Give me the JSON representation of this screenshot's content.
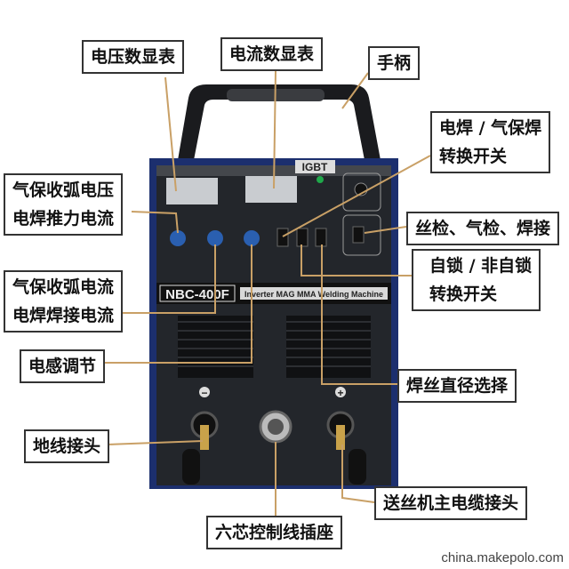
{
  "labels": {
    "voltage_display": "电压数显表",
    "current_display": "电流数显表",
    "handle": "手柄",
    "mode_switch": [
      "电焊 / 气保焊",
      "转换开关"
    ],
    "crater_voltage": [
      "气保收弧电压",
      "电焊推力电流"
    ],
    "crater_current": [
      "气保收弧电流",
      "电焊焊接电流"
    ],
    "inductance": "电感调节",
    "check_switch": "丝检、气检、焊接",
    "lock_switch": [
      "自锁 / 非自锁",
      "转换开关"
    ],
    "wire_diameter": "焊丝直径选择",
    "ground": "地线接头",
    "feeder_cable": "送丝机主电缆接头",
    "control_socket": "六芯控制线插座"
  },
  "machine": {
    "brand_badge": "IGBT",
    "model": "NBC-400F",
    "subtitle": "Inverter MAG  MMA Welding Machine",
    "minus": "−",
    "plus": "+"
  },
  "colors": {
    "leader": "#c9a066",
    "panel": "#23262b",
    "frame": "#1c2f6e",
    "knob": "#2a5fb0"
  },
  "watermark": "china.makepolo.com"
}
